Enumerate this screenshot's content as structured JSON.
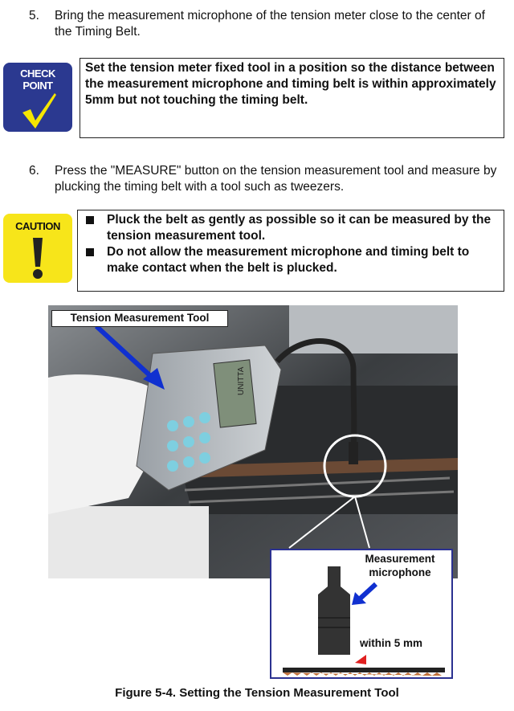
{
  "steps": [
    {
      "number": "5.",
      "text": "Bring the measurement microphone of the tension meter close to the center of the Timing Belt."
    },
    {
      "number": "6.",
      "text": "Press the \"MEASURE\" button on the tension measurement tool and measure by plucking the timing belt with a tool such as tweezers."
    }
  ],
  "checkpoint": {
    "icon_label_1": "CHECK",
    "icon_label_2": "POINT",
    "text": "Set the tension meter fixed tool in a position so the distance between the measurement microphone and timing belt is within approximately 5mm but not touching the timing belt."
  },
  "caution": {
    "icon_label": "CAUTION",
    "items": [
      "Pluck the belt as gently as possible so it can be measured by the tension measurement tool.",
      "Do not allow the measurement microphone and timing belt to make contact when the belt is plucked."
    ]
  },
  "figure": {
    "tool_label": "Tension Measurement Tool",
    "device_brand": "UNITTA",
    "mic_label": "Measurement microphone",
    "distance_label": "within 5 mm",
    "caption": "Figure 5-4. Setting the Tension Measurement Tool"
  },
  "colors": {
    "checkpoint_bg": "#2b3990",
    "check_yellow": "#f5e600",
    "caution_bg": "#f7e51a",
    "arrow_blue": "#1030d0",
    "arrow_red": "#e02020"
  }
}
